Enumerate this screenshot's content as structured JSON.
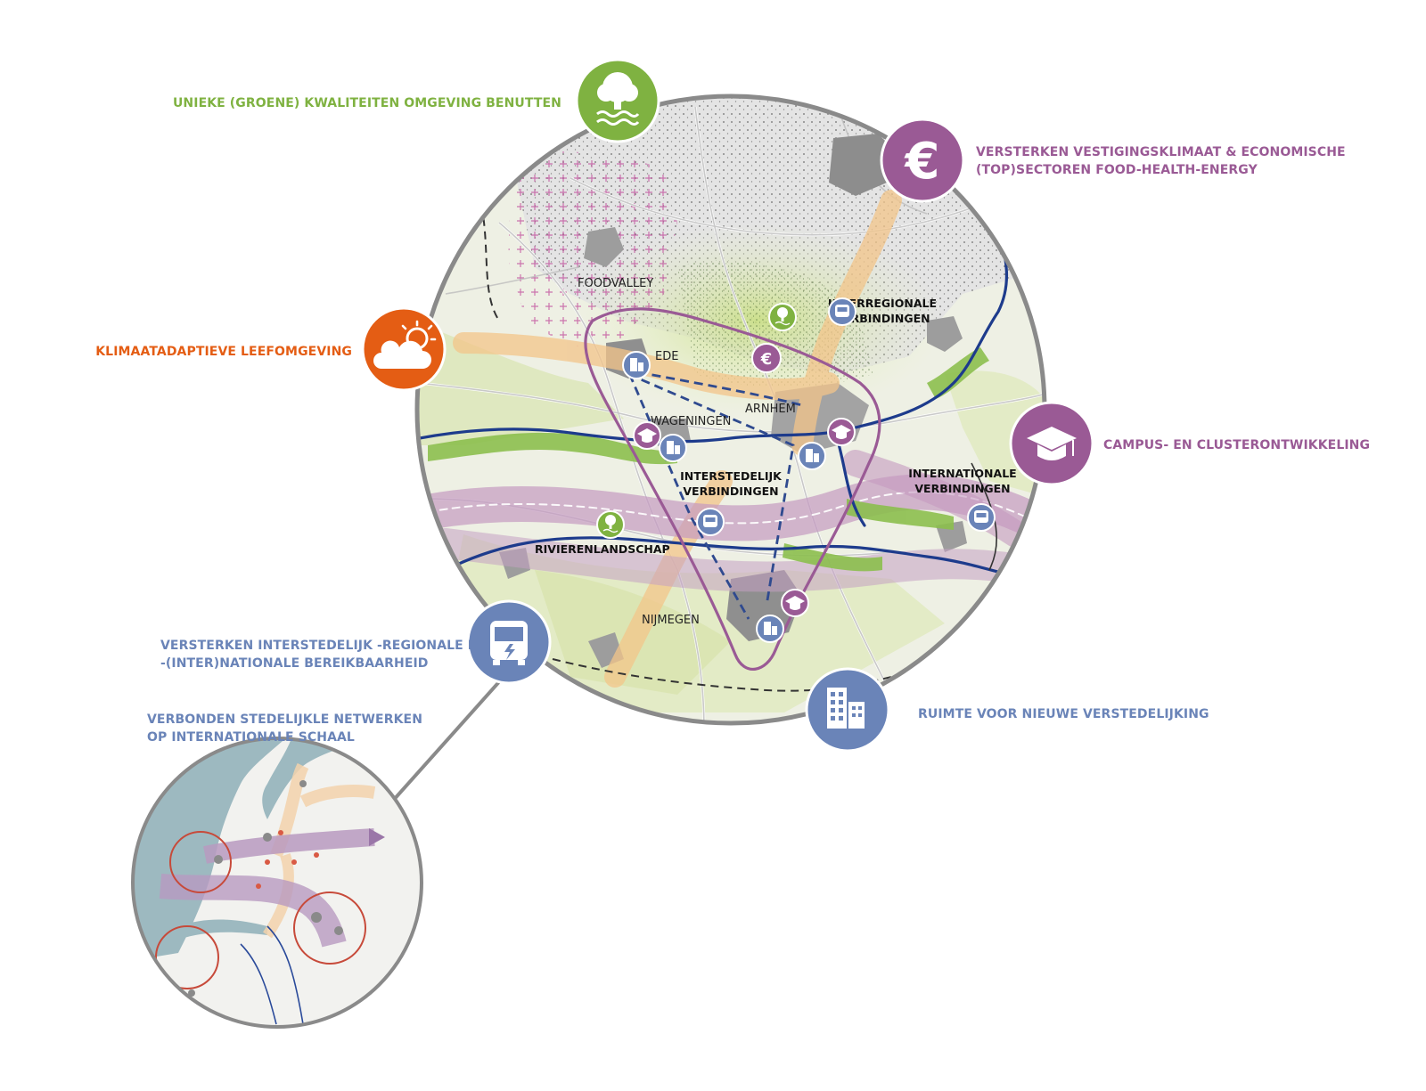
{
  "colors": {
    "green": "#7fb241",
    "purple": "#9a5a95",
    "orange": "#e45d14",
    "blue": "#6a84b8",
    "river": "#1d3b8c",
    "frame": "#8a8a8a"
  },
  "captions": {
    "green_quality": "UNIEKE (GROENE) KWALITEITEN OMGEVING BENUTTEN",
    "climate": "KLIMAATADAPTIEVE LEEFOMGEVING",
    "economy_line1": "VERSTERKEN VESTIGINGSKLIMAAT & ECONOMISCHE",
    "economy_line2": "(TOP)SECTOREN FOOD-HEALTH-ENERGY",
    "campus": "CAMPUS- EN CLUSTERONTWIKKELING",
    "accessibility_line1": "VERSTERKEN INTERSTEDELIJK -REGIONALE EN",
    "accessibility_line2": "-(INTER)NATIONALE BEREIKBAARHEID",
    "urbanisation": "RUIMTE VOOR NIEUWE VERSTEDELIJKING",
    "networks_line1": "VERBONDEN STEDELIJKLE NETWERKEN",
    "networks_line2": "OP INTERNATIONALE SCHAAL"
  },
  "map_labels": {
    "foodvalley": "FOODVALLEY",
    "ede": "EDE",
    "wageningen": "WAGENINGEN",
    "arnhem": "ARNHEM",
    "nijmegen": "NIJMEGEN",
    "interregional_1": "INTERREGIONALE",
    "interregional_2": "VERBINDINGEN",
    "intercity_1": "INTERSTEDELIJK",
    "intercity_2": "VERBINDINGEN",
    "international_1": "INTERNATIONALE",
    "international_2": "VERBINDINGEN",
    "riverland": "RIVIERENLANDSCHAP"
  },
  "icons": {
    "green_quality": "tree-water-icon",
    "climate": "sun-cloud-icon",
    "economy": "euro-icon",
    "campus": "graduation-cap-icon",
    "accessibility": "bus-icon",
    "urbanisation": "buildings-icon"
  }
}
